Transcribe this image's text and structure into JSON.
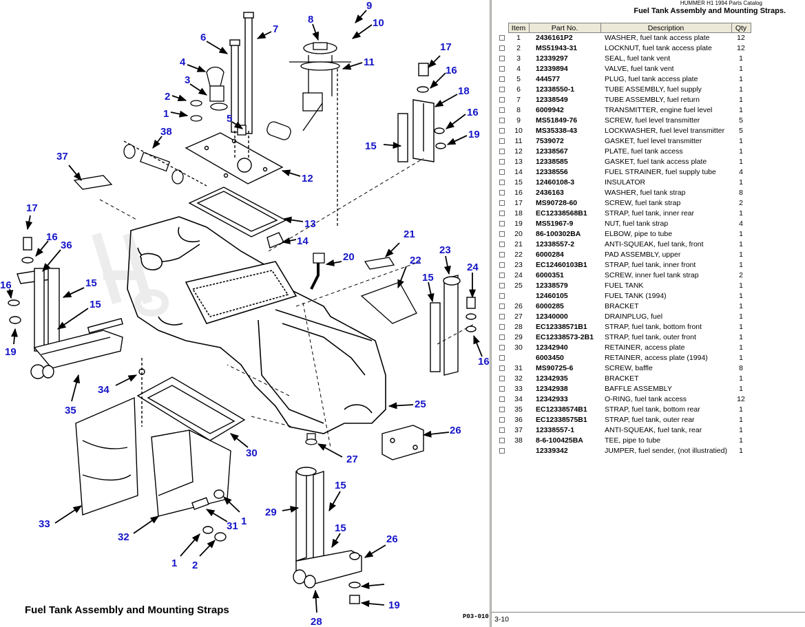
{
  "diagram": {
    "caption": "Fuel Tank Assembly and Mounting Straps",
    "figure_code": "P03-010",
    "callouts": [
      "1",
      "1",
      "1",
      "2",
      "2",
      "2",
      "3",
      "4",
      "5",
      "6",
      "7",
      "8",
      "9",
      "10",
      "11",
      "12",
      "13",
      "14",
      "15",
      "15",
      "15",
      "15",
      "15",
      "15",
      "16",
      "16",
      "16",
      "16",
      "16",
      "17",
      "17",
      "18",
      "19",
      "19",
      "19",
      "20",
      "21",
      "22",
      "23",
      "24",
      "25",
      "26",
      "26",
      "27",
      "28",
      "29",
      "30",
      "31",
      "32",
      "33",
      "34",
      "35",
      "36",
      "37",
      "38"
    ]
  },
  "catalog": {
    "subtitle": "HUMMER H1 1994 Parts Catalog",
    "title": "Fuel Tank Assembly and Mounting Straps."
  },
  "table": {
    "headers": {
      "item": "Item",
      "part": "Part No.",
      "desc": "Description",
      "qty": "Qty"
    },
    "rows": [
      {
        "item": "1",
        "part": "2436161P2",
        "desc": "WASHER, fuel tank access plate",
        "qty": "12"
      },
      {
        "item": "2",
        "part": "MS51943-31",
        "desc": "LOCKNUT, fuel tank access plate",
        "qty": "12"
      },
      {
        "item": "3",
        "part": "12339297",
        "desc": "SEAL, fuel tank vent",
        "qty": "1"
      },
      {
        "item": "4",
        "part": "12339894",
        "desc": "VALVE, fuel tank vent",
        "qty": "1"
      },
      {
        "item": "5",
        "part": "444577",
        "desc": "PLUG, fuel tank access plate",
        "qty": "1"
      },
      {
        "item": "6",
        "part": "12338550-1",
        "desc": "TUBE ASSEMBLY, fuel supply",
        "qty": "1"
      },
      {
        "item": "7",
        "part": "12338549",
        "desc": "TUBE ASSEMBLY, fuel return",
        "qty": "1"
      },
      {
        "item": "8",
        "part": "6009942",
        "desc": "TRANSMITTER, engine fuel level",
        "qty": "1"
      },
      {
        "item": "9",
        "part": "MS51849-76",
        "desc": "SCREW, fuel level transmitter",
        "qty": "5"
      },
      {
        "item": "10",
        "part": "MS35338-43",
        "desc": "LOCKWASHER, fuel level transmitter",
        "qty": "5"
      },
      {
        "item": "11",
        "part": "7539072",
        "desc": "GASKET, fuel level transmitter",
        "qty": "1"
      },
      {
        "item": "12",
        "part": "12338567",
        "desc": "PLATE, fuel tank access",
        "qty": "1"
      },
      {
        "item": "13",
        "part": "12338585",
        "desc": "GASKET, fuel tank access plate",
        "qty": "1"
      },
      {
        "item": "14",
        "part": "12338556",
        "desc": "FUEL STRAINER, fuel supply tube",
        "qty": "4"
      },
      {
        "item": "15",
        "part": "12460108-3",
        "desc": "INSULATOR",
        "qty": "1"
      },
      {
        "item": "16",
        "part": "2436163",
        "desc": "WASHER, fuel tank strap",
        "qty": "8"
      },
      {
        "item": "17",
        "part": "MS90728-60",
        "desc": "SCREW, fuel tank strap",
        "qty": "2"
      },
      {
        "item": "18",
        "part": "EC12338568B1",
        "desc": "STRAP, fuel tank, inner rear",
        "qty": "1"
      },
      {
        "item": "19",
        "part": "MS51967-9",
        "desc": "NUT, fuel tank strap",
        "qty": "4"
      },
      {
        "item": "20",
        "part": "86-100302BA",
        "desc": "ELBOW, pipe to tube",
        "qty": "1"
      },
      {
        "item": "21",
        "part": "12338557-2",
        "desc": "ANTI-SQUEAK, fuel tank, front",
        "qty": "1"
      },
      {
        "item": "22",
        "part": "6000284",
        "desc": "PAD ASSEMBLY, upper",
        "qty": "1"
      },
      {
        "item": "23",
        "part": "EC12460103B1",
        "desc": "STRAP, fuel tank, inner front",
        "qty": "1"
      },
      {
        "item": "24",
        "part": "6000351",
        "desc": "SCREW, inner fuel tank strap",
        "qty": "2"
      },
      {
        "item": "25",
        "part": "12338579",
        "desc": "FUEL TANK",
        "qty": "1"
      },
      {
        "item": "",
        "part": "12460105",
        "desc": "FUEL TANK (1994)",
        "qty": "1"
      },
      {
        "item": "26",
        "part": "6000285",
        "desc": "BRACKET",
        "qty": "1"
      },
      {
        "item": "27",
        "part": "12340000",
        "desc": "DRAINPLUG, fuel",
        "qty": "1"
      },
      {
        "item": "28",
        "part": "EC12338571B1",
        "desc": "STRAP, fuel tank, bottom front",
        "qty": "1"
      },
      {
        "item": "29",
        "part": "EC12338573-2B1",
        "desc": "STRAP, fuel tank, outer front",
        "qty": "1"
      },
      {
        "item": "30",
        "part": "12342940",
        "desc": "RETAINER, access plate",
        "qty": "1"
      },
      {
        "item": "",
        "part": "6003450",
        "desc": "RETAINER, access plate (1994)",
        "qty": "1"
      },
      {
        "item": "31",
        "part": "MS90725-6",
        "desc": "SCREW, baffle",
        "qty": "8"
      },
      {
        "item": "32",
        "part": "12342935",
        "desc": "BRACKET",
        "qty": "1"
      },
      {
        "item": "33",
        "part": "12342938",
        "desc": "BAFFLE ASSEMBLY",
        "qty": "1"
      },
      {
        "item": "34",
        "part": "12342933",
        "desc": "O-RING, fuel tank access",
        "qty": "12"
      },
      {
        "item": "35",
        "part": "EC12338574B1",
        "desc": "STRAP, fuel tank, bottom rear",
        "qty": "1"
      },
      {
        "item": "36",
        "part": "EC12338575B1",
        "desc": "STRAP, fuel tank, outer rear",
        "qty": "1"
      },
      {
        "item": "37",
        "part": "12338557-1",
        "desc": "ANTI-SQUEAK, fuel tank, rear",
        "qty": "1"
      },
      {
        "item": "38",
        "part": "8-6-100425BA",
        "desc": "TEE, pipe to tube",
        "qty": "1"
      },
      {
        "item": "",
        "part": "12339342",
        "desc": "JUMPER, fuel sender, (not illustratied)",
        "qty": "1"
      }
    ]
  },
  "status": {
    "page": "3-10"
  }
}
